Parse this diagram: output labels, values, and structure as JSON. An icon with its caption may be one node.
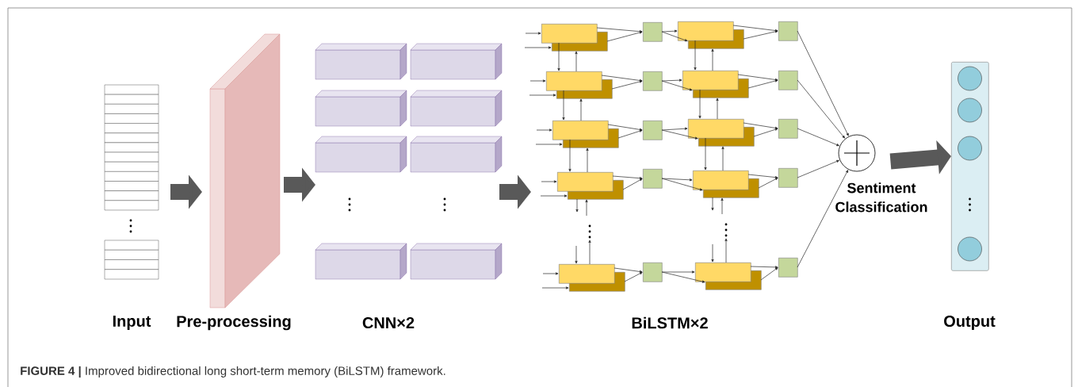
{
  "diagram": {
    "caption": "**FIGURE 4 |** Improved bidirectional long short-term memory (BiLSTM) framework.",
    "nodes": [
      {
        "text": [
          "Input"
        ]
      },
      {
        "text": [
          "Pre-processing"
        ]
      },
      {
        "text": [
          "CNN×2"
        ]
      },
      {
        "text": [],
        "shape": "box"
      },
      {
        "text": [],
        "shape": "box"
      },
      {
        "text": [],
        "shape": "box"
      },
      {
        "text": [],
        "shape": "box"
      },
      {
        "text": [],
        "shape": "box"
      },
      {
        "text": [],
        "shape": "box"
      },
      {
        "text": [],
        "shape": "box"
      },
      {
        "text": [],
        "shape": "box"
      },
      {
        "text": [],
        "shape": "box"
      },
      {
        "text": [],
        "shape": "box"
      },
      {
        "text": [],
        "shape": "box"
      },
      {
        "text": [],
        "shape": "box"
      },
      {
        "text": [],
        "shape": "box"
      },
      {
        "text": [],
        "shape": "box"
      },
      {
        "text": [],
        "shape": "box"
      },
      {
        "text": [],
        "shape": "box"
      },
      {
        "text": [],
        "shape": "box"
      },
      {
        "text": [],
        "shape": "box"
      },
      {
        "text": [],
        "shape": "box"
      },
      {
        "text": [],
        "shape": "box"
      },
      {
        "text": [],
        "shape": "box"
      },
      {
        "text": [],
        "shape": "box"
      },
      {
        "text": [],
        "shape": "box"
      },
      {
        "text": [],
        "shape": "box"
      },
      {
        "text": [],
        "shape": "box"
      },
      {
        "text": [],
        "shape": "box"
      },
      {
        "text": [],
        "shape": "box"
      },
      {
        "text": [],
        "shape": "box"
      },
      {
        "text": [],
        "shape": "box"
      },
      {
        "text": [],
        "shape": "box"
      },
      {
        "text": [],
        "shape": "circle",
        "beside": [
          "Sentiment Classification"
        ]
      },
      {
        "text": [
          "Output"
        ]
      }
    ],
    "edges": [
      {
        "from": 0,
        "to": 1,
        "arrow": "to",
        "style": "thick",
        "color": "#595959"
      },
      {
        "from": 1,
        "to": 2,
        "arrow": "to",
        "style": "thick",
        "color": "#595959"
      },
      {
        "from": 2,
        "to": null,
        "arrow": "to",
        "style": "thick",
        "color": "#595959"
      },
      {
        "from": 33,
        "to": 34,
        "arrow": "to",
        "style": "thick",
        "color": "#595959"
      },
      {
        "from": null,
        "to": 3,
        "arrow": "to"
      },
      {
        "from": null,
        "to": 4,
        "arrow": "to"
      },
      {
        "from": 3,
        "to": 5,
        "arrow": "to"
      },
      {
        "from": 4,
        "to": 5,
        "arrow": "to"
      },
      {
        "from": 5,
        "to": 6,
        "arrow": "to"
      },
      {
        "from": 5,
        "to": 7,
        "arrow": "to"
      },
      {
        "from": 6,
        "to": 8,
        "arrow": "to"
      },
      {
        "from": 7,
        "to": 8,
        "arrow": "to"
      },
      {
        "from": 8,
        "to": 33,
        "arrow": "to"
      },
      {
        "from": null,
        "to": 9,
        "arrow": "to"
      },
      {
        "from": null,
        "to": 10,
        "arrow": "to"
      },
      {
        "from": 9,
        "to": 11,
        "arrow": "to"
      },
      {
        "from": 10,
        "to": 11,
        "arrow": "to"
      },
      {
        "from": 11,
        "to": 12,
        "arrow": "to"
      },
      {
        "from": 11,
        "to": 13,
        "arrow": "to"
      },
      {
        "from": 12,
        "to": 14,
        "arrow": "to"
      },
      {
        "from": 13,
        "to": 14,
        "arrow": "to"
      },
      {
        "from": 14,
        "to": 33,
        "arrow": "to"
      },
      {
        "from": null,
        "to": 15,
        "arrow": "to"
      },
      {
        "from": null,
        "to": 16,
        "arrow": "to"
      },
      {
        "from": 15,
        "to": 17,
        "arrow": "to"
      },
      {
        "from": 16,
        "to": 17,
        "arrow": "to"
      },
      {
        "from": 17,
        "to": 18,
        "arrow": "to"
      },
      {
        "from": 17,
        "to": 19,
        "arrow": "to"
      },
      {
        "from": 18,
        "to": 20,
        "arrow": "to"
      },
      {
        "from": 19,
        "to": 20,
        "arrow": "to"
      },
      {
        "from": 20,
        "to": 33,
        "arrow": "to"
      },
      {
        "from": null,
        "to": 21,
        "arrow": "to"
      },
      {
        "from": null,
        "to": 22,
        "arrow": "to"
      },
      {
        "from": 21,
        "to": 23,
        "arrow": "to"
      },
      {
        "from": 22,
        "to": 23,
        "arrow": "to"
      },
      {
        "from": 23,
        "to": 24,
        "arrow": "to"
      },
      {
        "from": 23,
        "to": 25,
        "arrow": "to"
      },
      {
        "from": 24,
        "to": 26,
        "arrow": "to"
      },
      {
        "from": 25,
        "to": 26,
        "arrow": "to"
      },
      {
        "from": 26,
        "to": 33,
        "arrow": "to"
      },
      {
        "from": null,
        "to": 27,
        "arrow": "to"
      },
      {
        "from": null,
        "to": 28,
        "arrow": "to"
      },
      {
        "from": 27,
        "to": 29,
        "arrow": "to"
      },
      {
        "from": 28,
        "to": 29,
        "arrow": "to"
      },
      {
        "from": 29,
        "to": 30,
        "arrow": "to"
      },
      {
        "from": 29,
        "to": 31,
        "arrow": "to"
      },
      {
        "from": 30,
        "to": 32,
        "arrow": "to"
      },
      {
        "from": 31,
        "to": 32,
        "arrow": "to"
      },
      {
        "from": 32,
        "to": 33,
        "arrow": "to"
      },
      {
        "from": 3,
        "to": 9,
        "arrow": "to"
      },
      {
        "from": 9,
        "to": 4,
        "arrow": "to"
      },
      {
        "from": 9,
        "to": 15,
        "arrow": "to"
      },
      {
        "from": 15,
        "to": 10,
        "arrow": "to"
      },
      {
        "from": 15,
        "to": 21,
        "arrow": "to"
      },
      {
        "from": 21,
        "to": 16,
        "arrow": "to"
      },
      {
        "from": 6,
        "to": 12,
        "arrow": "to"
      },
      {
        "from": 12,
        "to": 7,
        "arrow": "to"
      },
      {
        "from": 12,
        "to": 18,
        "arrow": "to"
      },
      {
        "from": 18,
        "to": 13,
        "arrow": "to"
      },
      {
        "from": 18,
        "to": 24,
        "arrow": "to"
      },
      {
        "from": 24,
        "to": 19,
        "arrow": "to"
      },
      {
        "from": 22,
        "to": null,
        "arrow": "to"
      },
      {
        "from": null,
        "to": 22,
        "arrow": "to"
      },
      {
        "from": null,
        "to": 27,
        "arrow": "to"
      },
      {
        "from": 27,
        "to": null,
        "arrow": "to"
      },
      {
        "from": 25,
        "to": null,
        "arrow": "to"
      },
      {
        "from": null,
        "to": 25,
        "arrow": "to"
      },
      {
        "from": null,
        "to": 30,
        "arrow": "to"
      },
      {
        "from": 30,
        "to": null,
        "arrow": "to"
      }
    ],
    "labels": [
      "BiLSTM×2"
    ]
  }
}
